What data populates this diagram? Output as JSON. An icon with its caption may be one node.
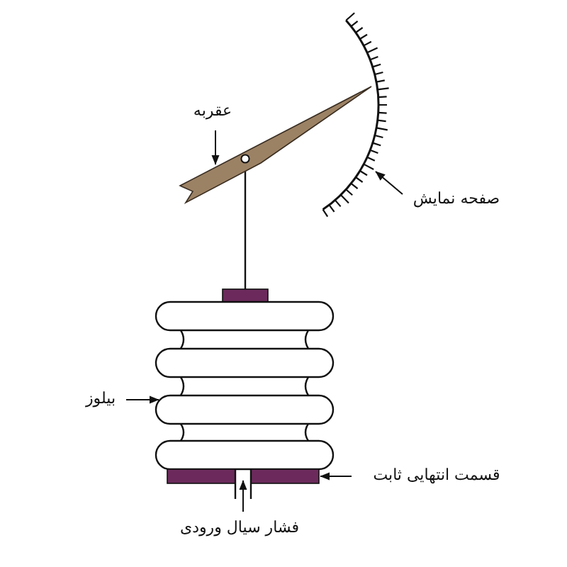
{
  "diagram": {
    "nodes": [
      {
        "text": [
          "عقربه"
        ]
      },
      {
        "text": [],
        "shape": "picture"
      },
      {
        "text": [
          "صفحه نمایش"
        ]
      },
      {
        "text": [],
        "shape": "picture"
      },
      {
        "text": [
          "بیلوز"
        ]
      },
      {
        "text": [],
        "shape": "picture"
      },
      {
        "text": [
          "قسمت انتهایی ثابت"
        ]
      },
      {
        "text": [],
        "shape": "bar"
      },
      {
        "text": [],
        "shape": "picture"
      },
      {
        "text": [
          "فشار سیال ورودی"
        ]
      }
    ],
    "edges": [
      {
        "from": 0,
        "to": 1,
        "arrow": "to"
      },
      {
        "from": 2,
        "to": 3,
        "arrow": "to"
      },
      {
        "from": 4,
        "to": 5,
        "arrow": "to"
      },
      {
        "from": 6,
        "to": 7,
        "arrow": "to"
      },
      {
        "from": 9,
        "to": 8,
        "arrow": "to"
      }
    ]
  }
}
